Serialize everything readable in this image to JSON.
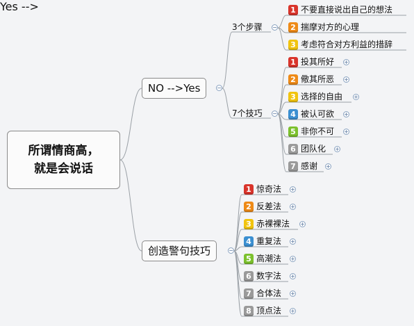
{
  "central": {
    "line1": "所谓情商高，",
    "line2": "就是会说话"
  },
  "no_yes": {
    "label": "NO -->Yes",
    "steps": {
      "label": "3个步骤",
      "items": [
        {
          "n": "1",
          "text": "不要直接说出自己的想法",
          "color": "#d9342b"
        },
        {
          "n": "2",
          "text": "揣摩对方的心理",
          "color": "#ee8a17"
        },
        {
          "n": "3",
          "text": "考虑符合对方利益的措辞",
          "color": "#f1c40f"
        }
      ]
    },
    "techniques": {
      "label": "7个技巧",
      "items": [
        {
          "n": "1",
          "text": "投其所好",
          "color": "#d9342b"
        },
        {
          "n": "2",
          "text": "儆其所恶",
          "color": "#ee8a17"
        },
        {
          "n": "3",
          "text": "选择的自由",
          "color": "#f1c40f"
        },
        {
          "n": "4",
          "text": "被认可欲",
          "color": "#3b8fd1"
        },
        {
          "n": "5",
          "text": "非你不可",
          "color": "#7cc12d"
        },
        {
          "n": "6",
          "text": "团队化",
          "color": "#9a9a9a"
        },
        {
          "n": "7",
          "text": "感谢",
          "color": "#9a9a9a"
        }
      ]
    }
  },
  "phrases": {
    "label": "创造警句技巧",
    "items": [
      {
        "n": "1",
        "text": "惊奇法",
        "color": "#d9342b"
      },
      {
        "n": "2",
        "text": "反差法",
        "color": "#ee8a17"
      },
      {
        "n": "3",
        "text": "赤裸裸法",
        "color": "#f1c40f"
      },
      {
        "n": "4",
        "text": "重复法",
        "color": "#3b8fd1"
      },
      {
        "n": "5",
        "text": "高潮法",
        "color": "#7cc12d"
      },
      {
        "n": "6",
        "text": "数字法",
        "color": "#9a9a9a"
      },
      {
        "n": "7",
        "text": "合体法",
        "color": "#9a9a9a"
      },
      {
        "n": "8",
        "text": "顶点法",
        "color": "#9a9a9a"
      }
    ]
  },
  "icons": {
    "collapse": "minus-circle-icon",
    "expand": "plus-circle-icon"
  }
}
